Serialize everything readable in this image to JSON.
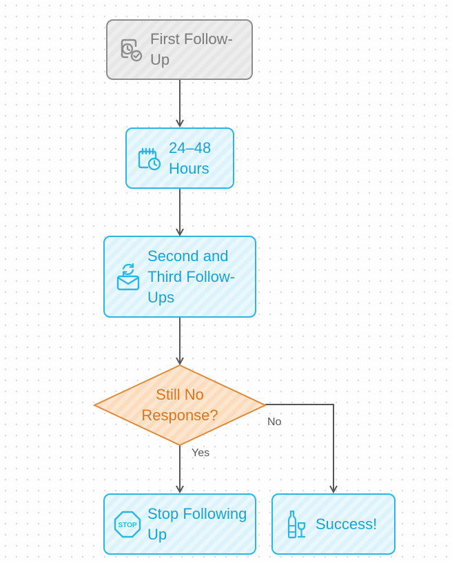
{
  "nodes": {
    "first_follow_up": {
      "label": "First Follow-Up",
      "icon": "clock-check-icon"
    },
    "wait_period": {
      "label": "24–48 Hours",
      "icon": "calendar-clock-icon"
    },
    "second_third": {
      "label": "Second and Third Follow-Ups",
      "icon": "mail-refresh-icon"
    },
    "decision": {
      "label": "Still No Response?"
    },
    "stop": {
      "label": "Stop Following Up",
      "icon": "stop-sign-icon"
    },
    "success": {
      "label": "Success!",
      "icon": "champagne-icon"
    }
  },
  "edges": {
    "yes_label": "Yes",
    "no_label": "No"
  },
  "colors": {
    "gray_border": "#8c8c8c",
    "blue_border": "#2bb5e0",
    "blue_text": "#1aa2d4",
    "decision_border": "#dc8a3a",
    "decision_fill": "#fde6cf",
    "decision_text": "#d77620",
    "connector": "#555555"
  }
}
